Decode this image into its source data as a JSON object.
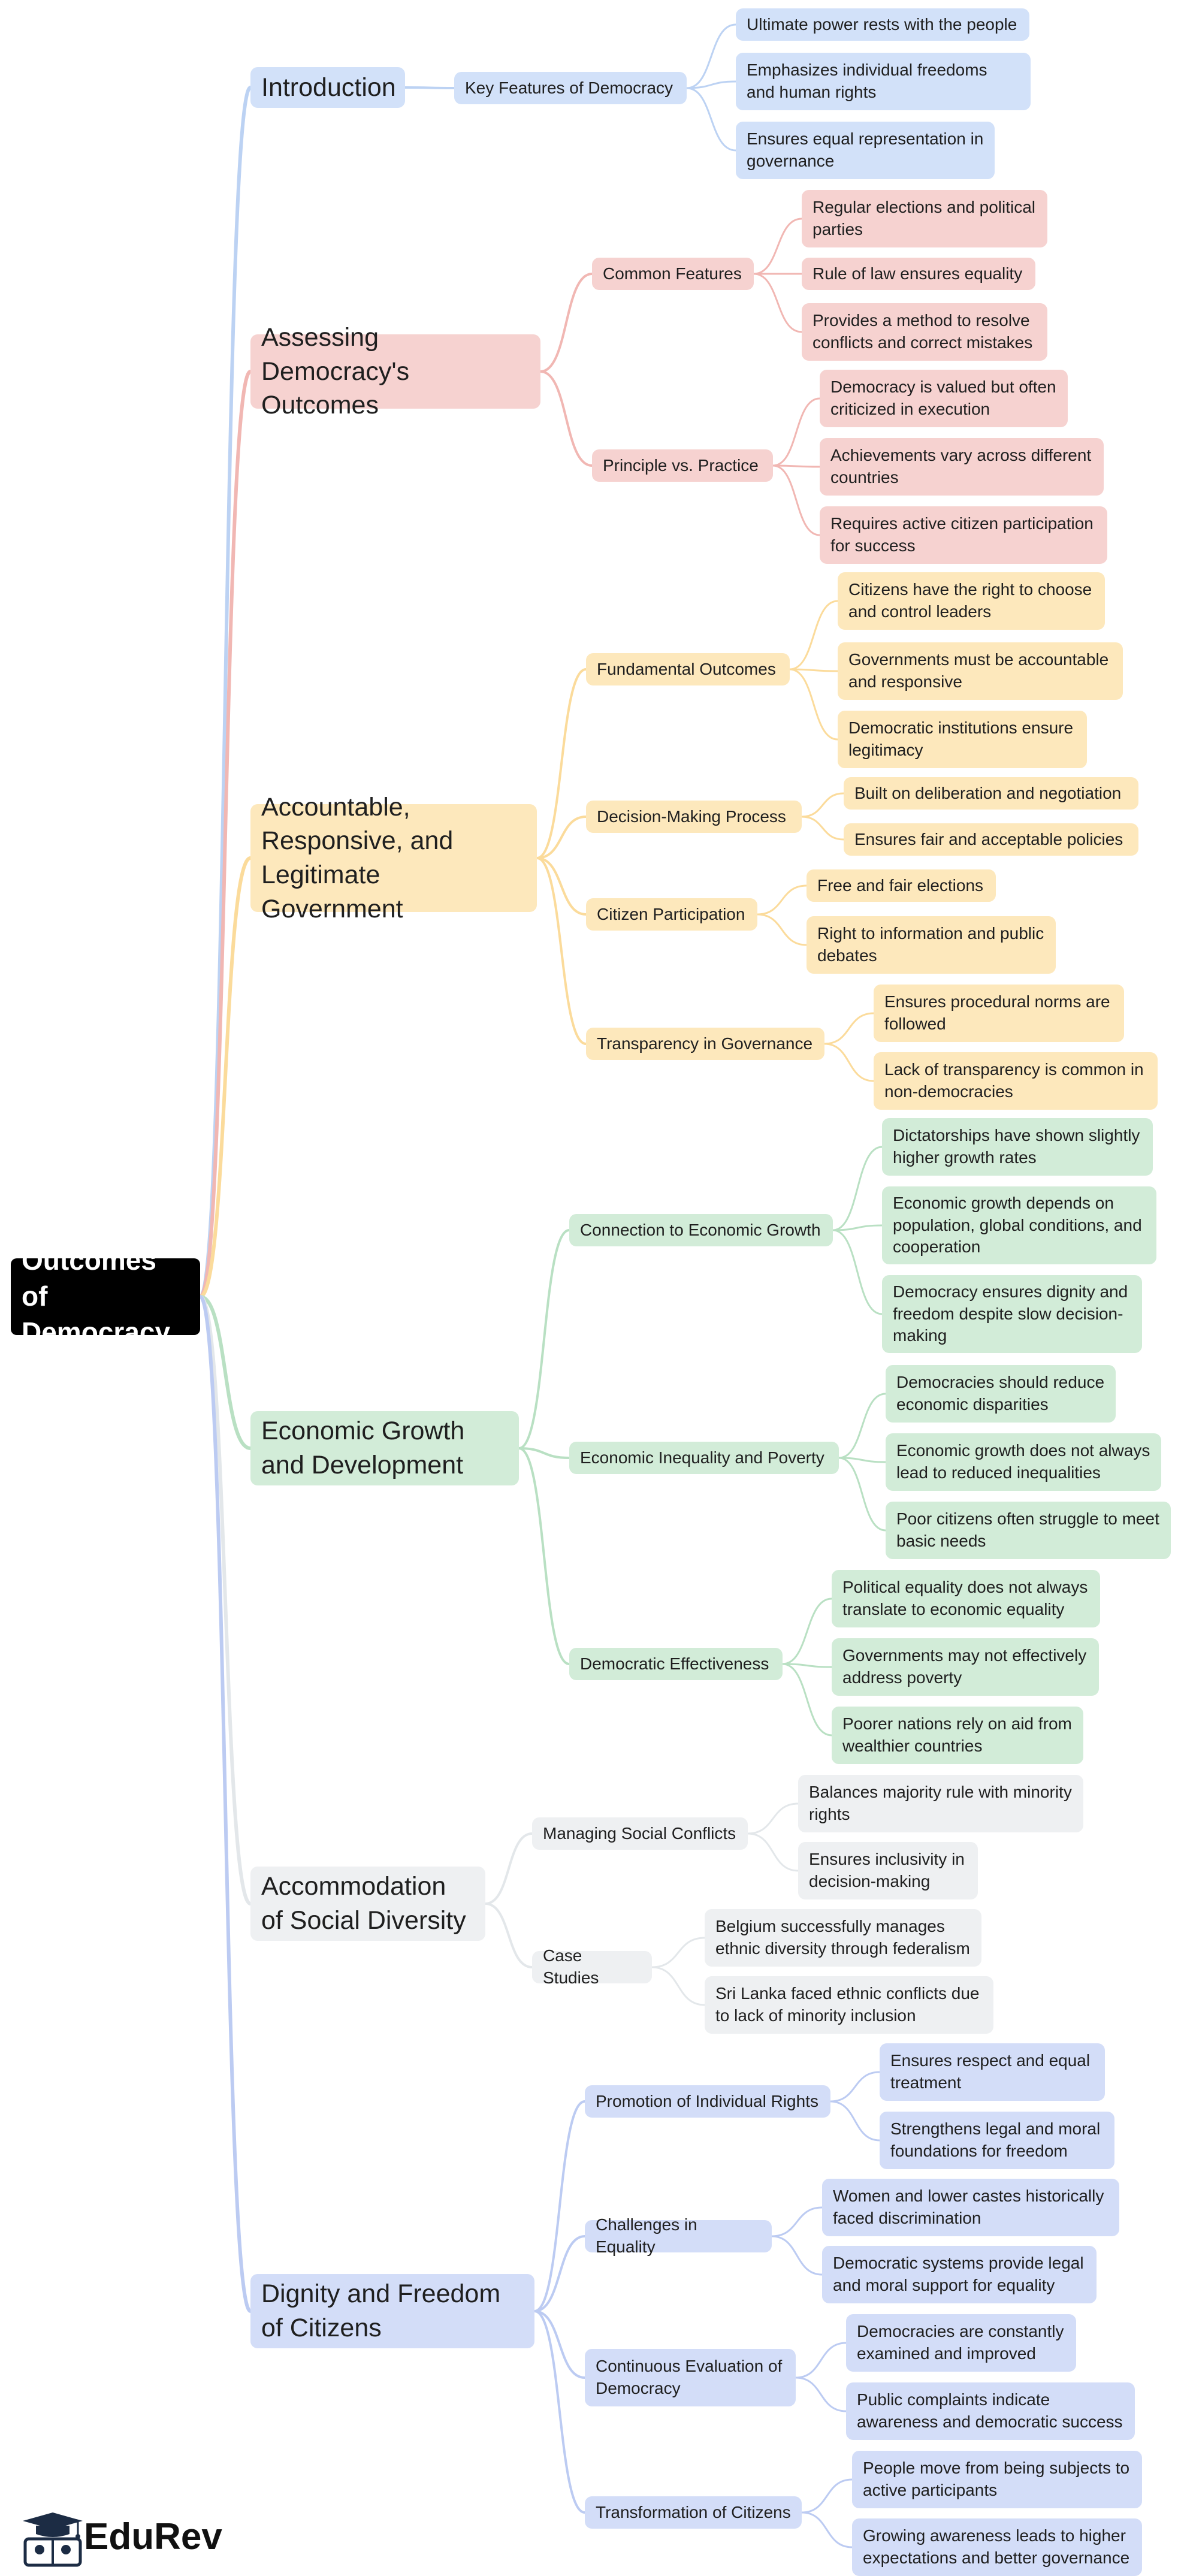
{
  "root": "Outcomes of Democracy",
  "colors": {
    "blue": "#d2e1f9",
    "red": "#f6d2d0",
    "yellow": "#fde8bc",
    "green": "#d2ecd8",
    "gray": "#eef0f2",
    "lavender": "#d3ddf8"
  },
  "branches": [
    {
      "label": "Introduction",
      "color": "blue",
      "children": [
        {
          "label": "Key Features of Democracy",
          "items": [
            "Ultimate power rests with the people",
            "Emphasizes individual freedoms and human rights",
            "Ensures equal representation in governance"
          ]
        }
      ]
    },
    {
      "label": "Assessing Democracy's Outcomes",
      "color": "red",
      "children": [
        {
          "label": "Common Features",
          "items": [
            "Regular elections and political parties",
            "Rule of law ensures equality",
            "Provides a method to resolve conflicts and correct mistakes"
          ]
        },
        {
          "label": "Principle vs. Practice",
          "items": [
            "Democracy is valued but often criticized in execution",
            "Achievements vary across different countries",
            "Requires active citizen participation for success"
          ]
        }
      ]
    },
    {
      "label": "Accountable, Responsive, and Legitimate Government",
      "color": "yellow",
      "children": [
        {
          "label": "Fundamental Outcomes",
          "items": [
            "Citizens have the right to choose and control leaders",
            "Governments must be accountable and responsive",
            "Democratic institutions ensure legitimacy"
          ]
        },
        {
          "label": "Decision-Making Process",
          "items": [
            "Built on deliberation and negotiation",
            "Ensures fair and acceptable policies"
          ]
        },
        {
          "label": "Citizen Participation",
          "items": [
            "Free and fair elections",
            "Right to information and public debates"
          ]
        },
        {
          "label": "Transparency in Governance",
          "items": [
            "Ensures procedural norms are followed",
            "Lack of transparency is common in non-democracies"
          ]
        }
      ]
    },
    {
      "label": "Economic Growth and Development",
      "color": "green",
      "children": [
        {
          "label": "Connection to Economic Growth",
          "items": [
            "Dictatorships have shown slightly higher growth rates",
            "Economic growth depends on population, global conditions, and cooperation",
            "Democracy ensures dignity and freedom despite slow decision-making"
          ]
        },
        {
          "label": "Economic Inequality and Poverty",
          "items": [
            "Democracies should reduce economic disparities",
            "Economic growth does not always lead to reduced inequalities",
            "Poor citizens often struggle to meet basic needs"
          ]
        },
        {
          "label": "Democratic Effectiveness",
          "items": [
            "Political equality does not always translate to economic equality",
            "Governments may not effectively address poverty",
            "Poorer nations rely on aid from wealthier countries"
          ]
        }
      ]
    },
    {
      "label": "Accommodation of Social Diversity",
      "color": "gray",
      "children": [
        {
          "label": "Managing Social Conflicts",
          "items": [
            "Balances majority rule with minority rights",
            "Ensures inclusivity in decision-making"
          ]
        },
        {
          "label": "Case Studies",
          "items": [
            "Belgium successfully manages ethnic diversity through federalism",
            "Sri Lanka faced ethnic conflicts due to lack of minority inclusion"
          ]
        }
      ]
    },
    {
      "label": "Dignity and Freedom of Citizens",
      "color": "lavender",
      "children": [
        {
          "label": "Promotion of Individual Rights",
          "items": [
            "Ensures respect and equal treatment",
            "Strengthens legal and moral foundations for freedom"
          ]
        },
        {
          "label": "Challenges in Equality",
          "items": [
            "Women and lower castes historically faced discrimination",
            "Democratic systems provide legal and moral support for equality"
          ]
        },
        {
          "label": "Continuous Evaluation of Democracy",
          "items": [
            "Democracies are constantly examined and improved",
            "Public complaints indicate awareness and democratic success"
          ]
        },
        {
          "label": "Transformation of Citizens",
          "items": [
            "People move from being subjects to active participants",
            "Growing awareness leads to higher expectations and better governance"
          ]
        }
      ]
    }
  ],
  "logo": {
    "text": "EduRev",
    "icon": "graduation-cap-icon"
  }
}
